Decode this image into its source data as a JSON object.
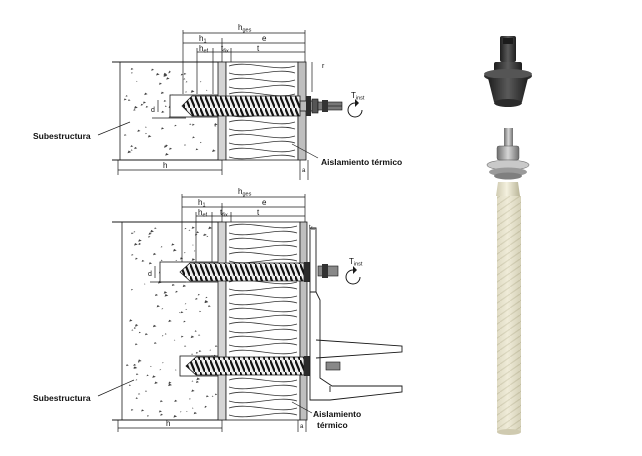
{
  "top": {
    "dims": {
      "h_ges": "h",
      "h_ges_sub": "ges",
      "h1": "h",
      "h1_sub": "1",
      "h_ef": "h",
      "h_ef_sub": "ef",
      "t_fix": "t",
      "t_fix_sub": "fix",
      "e": "e",
      "t": "t",
      "h": "h",
      "d": "d",
      "r": "r",
      "a": "a"
    },
    "torque": "T",
    "torque_sub": "inst",
    "label_substructure": "Subestructura",
    "label_insulation": "Aislamiento térmico"
  },
  "bottom": {
    "dims": {
      "h_ges": "h",
      "h_ges_sub": "ges",
      "h1": "h",
      "h1_sub": "1",
      "h_ef": "h",
      "h_ef_sub": "ef",
      "t_fix": "t",
      "t_fix_sub": "fix",
      "e": "e",
      "t": "t",
      "h": "h",
      "d": "d",
      "a": "a",
      "tfix_small": "t",
      "tfix_small_sub": "fix"
    },
    "torque": "T",
    "torque_sub": "inst",
    "label_substructure": "Subestructura",
    "label_insulation_line1": "Aislamiento",
    "label_insulation_line2": "térmico"
  },
  "colors": {
    "line": "#1a1a1a",
    "concrete_fill": "#ffffff",
    "insulation_stroke": "#333333",
    "rod_dark": "#2b2b2b",
    "rod_light": "#e9e6d2",
    "nut_dark": "#3a3a3a",
    "washer_grey": "#9a9a9a"
  }
}
